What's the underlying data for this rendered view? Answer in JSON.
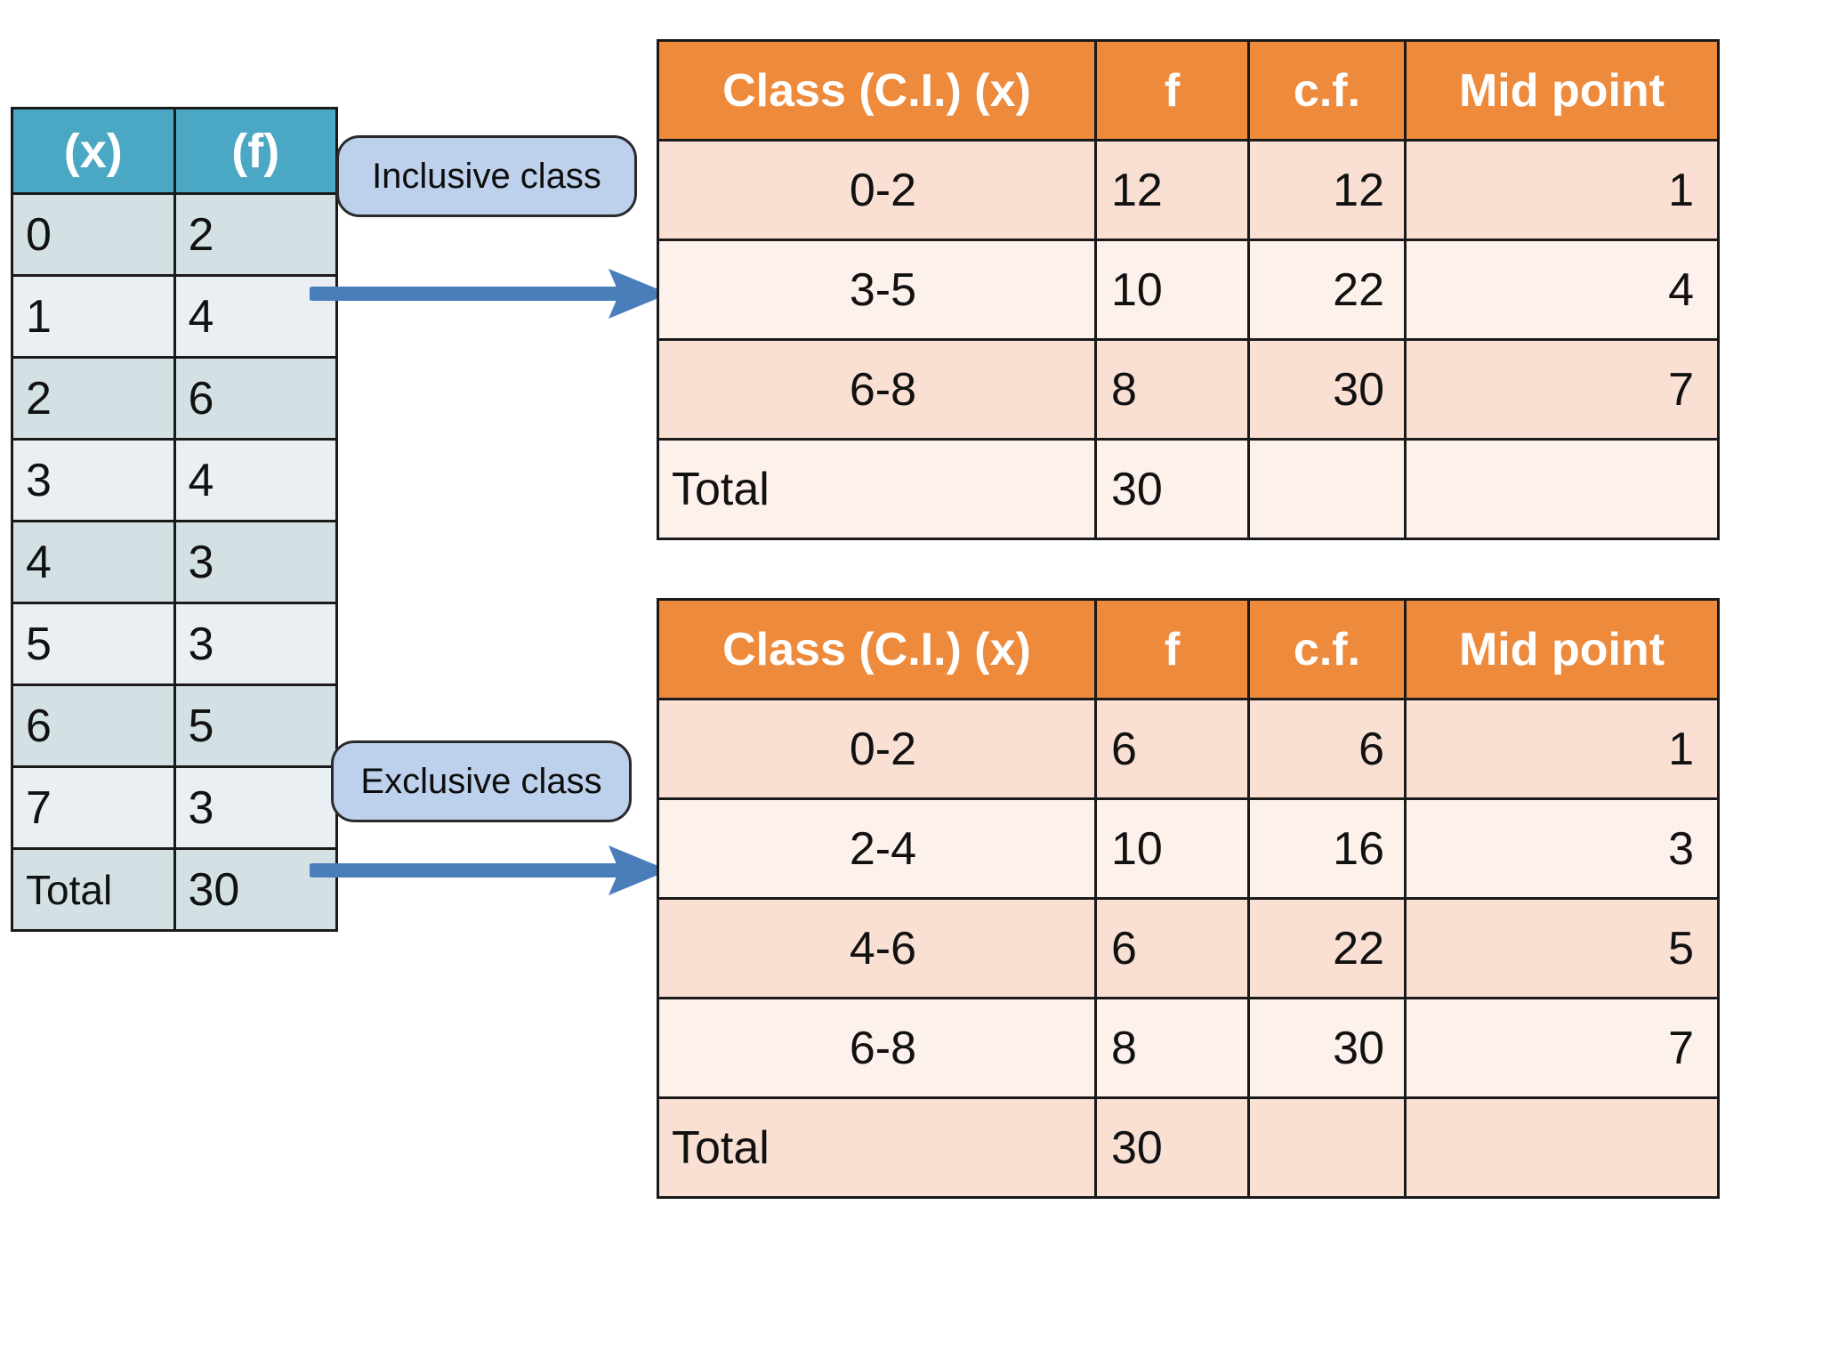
{
  "left_table": {
    "headers": [
      "(x)",
      "(f)"
    ],
    "rows": [
      [
        "0",
        "2"
      ],
      [
        "1",
        "4"
      ],
      [
        "2",
        "6"
      ],
      [
        "3",
        "4"
      ],
      [
        "4",
        "3"
      ],
      [
        "5",
        "3"
      ],
      [
        "6",
        "5"
      ],
      [
        "7",
        "3"
      ],
      [
        "Total",
        "30"
      ]
    ]
  },
  "callouts": {
    "inclusive": "Inclusive class",
    "exclusive": "Exclusive class"
  },
  "inclusive_table": {
    "headers": [
      "Class (C.I.) (x)",
      "f",
      "c.f.",
      "Mid point"
    ],
    "rows": [
      [
        "0-2",
        "12",
        "12",
        "1"
      ],
      [
        "3-5",
        "10",
        "22",
        "4"
      ],
      [
        "6-8",
        "8",
        "30",
        "7"
      ],
      [
        "Total",
        "30",
        "",
        ""
      ]
    ]
  },
  "exclusive_table": {
    "headers": [
      "Class (C.I.) (x)",
      "f",
      "c.f.",
      "Mid point"
    ],
    "rows": [
      [
        "0-2",
        "6",
        "6",
        "1"
      ],
      [
        "2-4",
        "10",
        "16",
        "3"
      ],
      [
        "4-6",
        "6",
        "22",
        "5"
      ],
      [
        "6-8",
        "8",
        "30",
        "7"
      ],
      [
        "Total",
        "30",
        "",
        ""
      ]
    ]
  },
  "colors": {
    "teal_header": "#4BA8C4",
    "teal_row_dark": "#D3E1E4",
    "teal_row_light": "#E9EFF3",
    "orange_header": "#ED8A3C",
    "orange_row_dark": "#FADFD3",
    "orange_row_light": "#FDF1EC",
    "callout_fill": "#BDD1EC",
    "arrow": "#4A7EBB",
    "border": "#1A1A1A"
  },
  "icons": {
    "arrow_inclusive": "right-arrow-icon",
    "arrow_exclusive": "right-arrow-icon"
  }
}
